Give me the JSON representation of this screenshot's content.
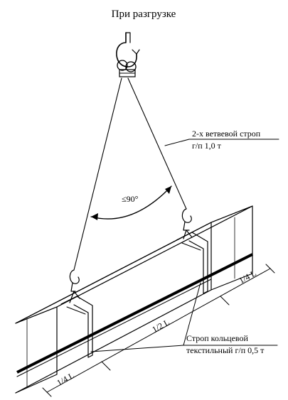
{
  "title": "При разгрузке",
  "sling": {
    "line1": "2-х ветвевой строп",
    "line2": "г/п 1,0 т",
    "angle": "≤90°"
  },
  "ring_sling": {
    "line1": "Строп кольцевой",
    "line2": "текстильный г/п 0,5 т"
  },
  "dims": {
    "left": "1/4 L",
    "middle": "1/2 L",
    "right": "1/4 L"
  }
}
